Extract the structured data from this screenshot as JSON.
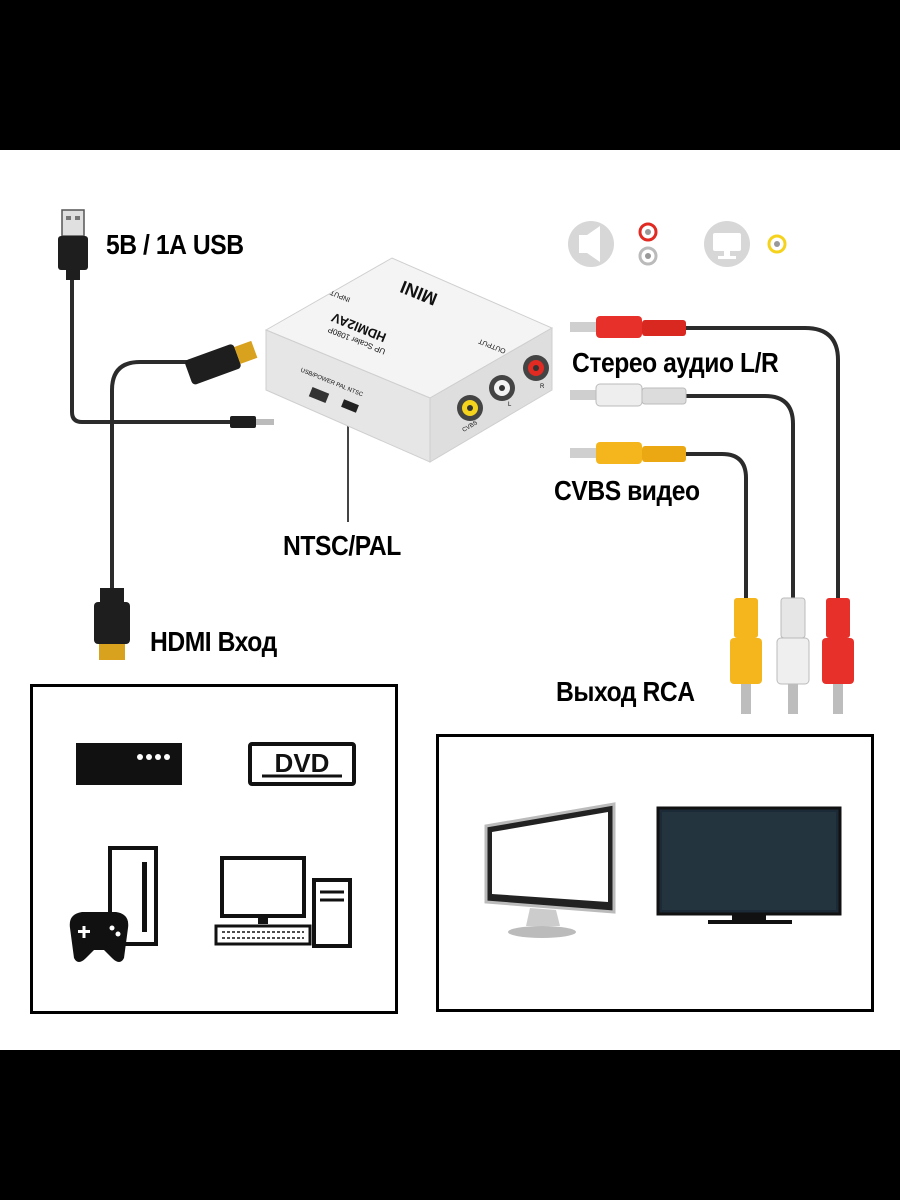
{
  "labels": {
    "usb_power": "5В / 1А USB",
    "stereo_audio": "Стерео аудио L/R",
    "cvbs_video": "CVBS видео",
    "ntsc_pal": "NTSC/PAL",
    "hdmi_input": "HDMI Вход",
    "rca_output": "Выход RCA"
  },
  "device": {
    "brand": "MINI",
    "model": "HDMI2AV",
    "subtitle": "UP Scaler 1080P",
    "input_label": "INPUT",
    "output_label": "OUTPUT",
    "switch_label": "USB/POWER PAL NTSC",
    "port_cvbs": "CVBS",
    "port_l": "L",
    "port_r": "R"
  },
  "sources": {
    "dvd_label": "DVD"
  },
  "colors": {
    "rca_red": "#e8302a",
    "rca_white": "#e6e6e6",
    "rca_yellow": "#f5b51c",
    "cable": "#2b2b2b",
    "hdmi_gold": "#d8a11e"
  },
  "icons": [
    "usb-plug-icon",
    "hdmi-plug-icon",
    "speaker-icon",
    "monitor-icon",
    "set-top-box-icon",
    "dvd-icon",
    "game-console-icon",
    "desktop-pc-icon",
    "lcd-monitor-icon",
    "flat-tv-icon"
  ]
}
